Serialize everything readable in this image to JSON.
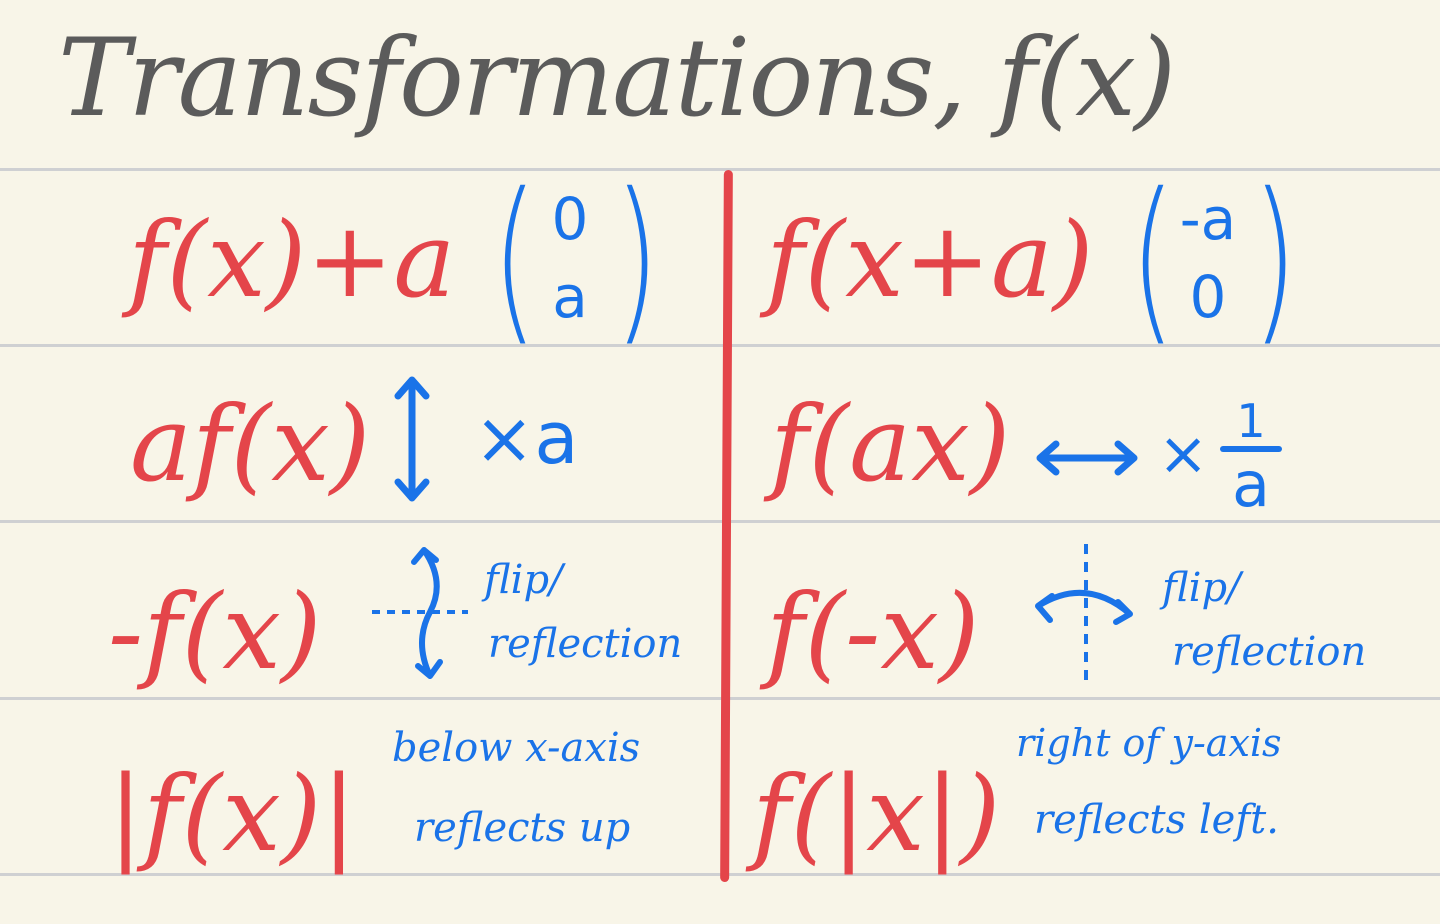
{
  "title": "Transformations, f(x)",
  "colors": {
    "paper": "#f8f5e8",
    "rule": "#cfd0d2",
    "red": "#e4454a",
    "blue": "#1a73e8",
    "title": "#5b5b5b"
  },
  "left": [
    {
      "expr": "f(x)+a",
      "vector": [
        "0",
        "a"
      ]
    },
    {
      "expr": "af(x)",
      "icon": "vertical-double-arrow-icon",
      "note": "×a"
    },
    {
      "expr": "-f(x)",
      "icon": "vertical-flip-arrow-icon",
      "note": [
        "flip/",
        "reflection"
      ]
    },
    {
      "expr": "|f(x)|",
      "note": [
        "below x-axis",
        "reflects up"
      ]
    }
  ],
  "right": [
    {
      "expr": "f(x+a)",
      "vector": [
        "-a",
        "0"
      ]
    },
    {
      "expr": "f(ax)",
      "icon": "horizontal-double-arrow-icon",
      "note": "×",
      "fraction": [
        "1",
        "a"
      ]
    },
    {
      "expr": "f(-x)",
      "icon": "horizontal-flip-arrow-icon",
      "note": [
        "flip/",
        "reflection"
      ]
    },
    {
      "expr": "f(|x|)",
      "note": [
        "right of y-axis",
        "reflects left."
      ]
    }
  ]
}
